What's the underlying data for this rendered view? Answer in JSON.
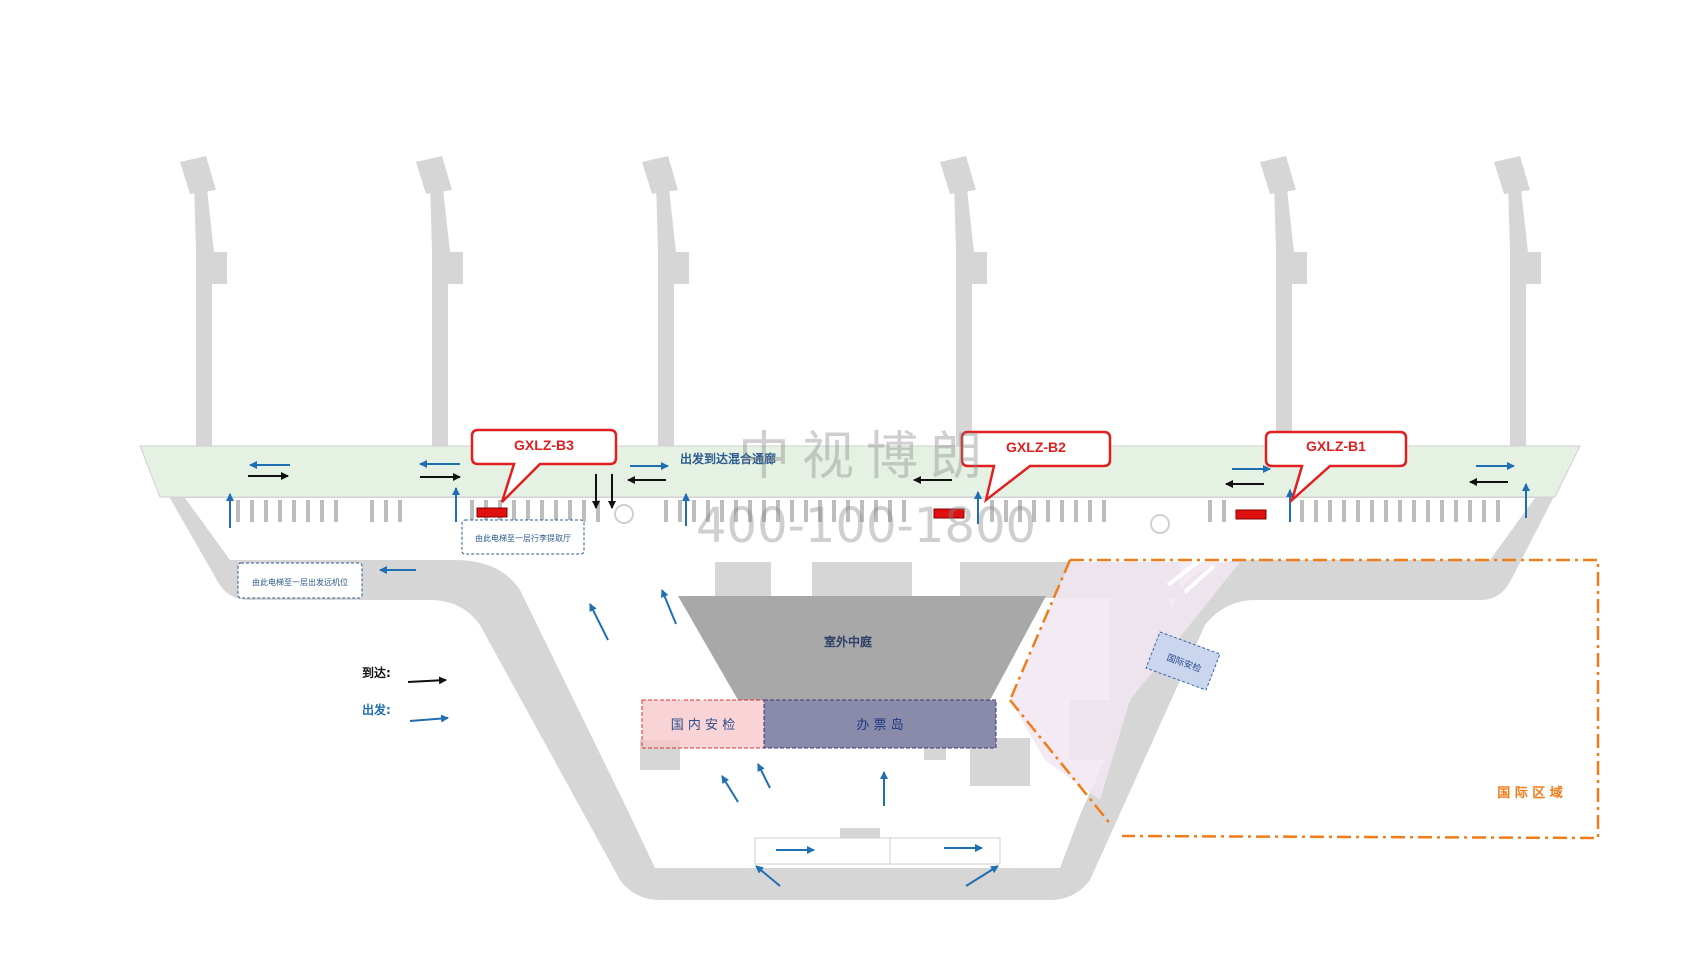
{
  "colors": {
    "building": "#d6d6d6",
    "corridor_fill": "#e5f2e3",
    "departure_arrow": "#1f6fb2",
    "arrival_arrow": "#111111",
    "callout_border": "#e02020",
    "ad_marker": "#e01010",
    "domestic_security": "#f7c6c8",
    "ticketing": "#8a8aab",
    "courtyard": "#a8a8a8",
    "international_border": "#f07c1a",
    "international_area": "#f1e6f2",
    "label_blue": "#2c5a8f"
  },
  "callouts": [
    {
      "id": "b3",
      "label": "GXLZ-B3"
    },
    {
      "id": "b2",
      "label": "GXLZ-B2"
    },
    {
      "id": "b1",
      "label": "GXLZ-B1"
    }
  ],
  "labels": {
    "corridor": "出发到达混合通廊",
    "elevator_baggage": "由此电梯至一层行李提取厅",
    "elevator_remote": "由此电梯至一层出发远机位",
    "courtyard": "室外中庭",
    "domestic_security": "国 内 安 检",
    "ticketing": "办 票 岛",
    "international_security": "国际安检",
    "international_area": "国 际 区 域"
  },
  "legend": {
    "arrival": "到达:",
    "departure": "出发:"
  },
  "watermark": {
    "name": "中视博朗",
    "phone": "400-100-1800"
  }
}
